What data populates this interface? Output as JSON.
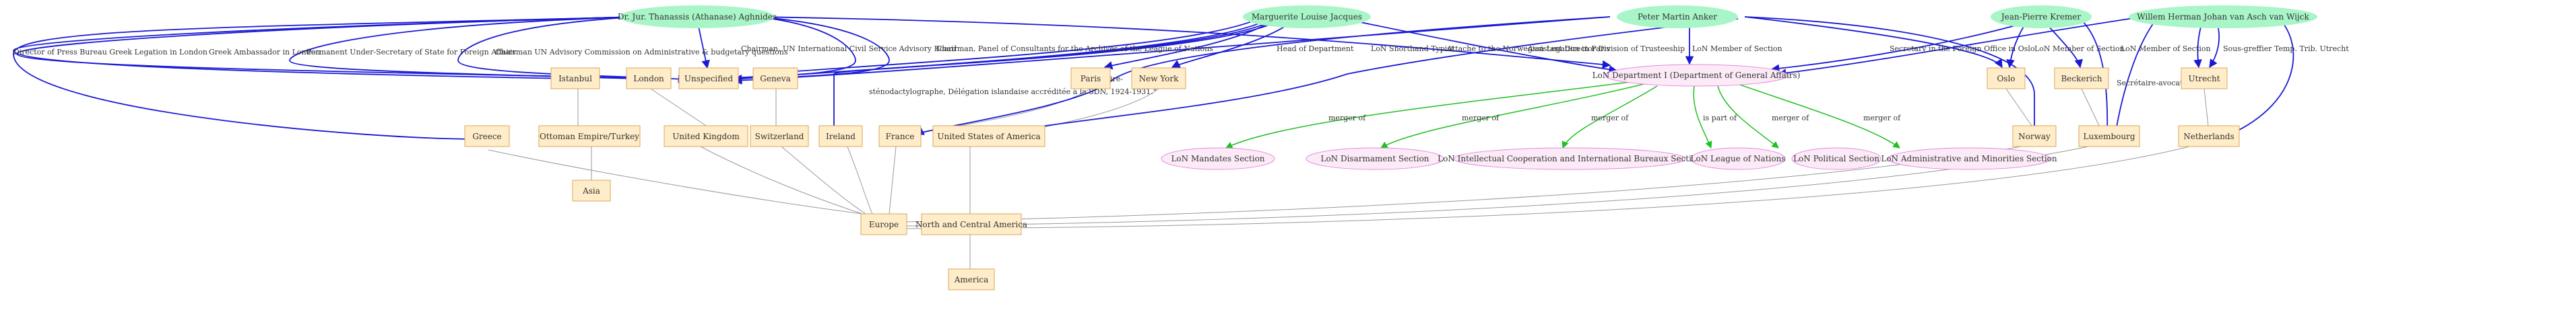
{
  "colors": {
    "person_fill": "#a8f5c8",
    "place_fill": "#ffecc8",
    "place_stroke": "#d9a95b",
    "section_fill": "#fcebf7",
    "section_stroke": "#e08be0",
    "blue_edge": "#1a1ad6",
    "green_edge": "#20c020",
    "gray_edge": "#999999"
  },
  "people": {
    "aghnides": "Dr. Jur. Thanassis (Athanase) Aghnides",
    "jacques": "Marguerite Louise Jacques",
    "anker": "Peter Martin Anker",
    "kremer": "Jean-Pierre Kremer",
    "wijck": "Willem Herman Johan van Asch van Wijck"
  },
  "places": {
    "istanbul": "Istanbul",
    "london": "London",
    "unspecified": "Unspecified",
    "geneva": "Geneva",
    "paris": "Paris",
    "newyork": "New York",
    "oslo": "Oslo",
    "beckerich": "Beckerich",
    "utrecht": "Utrecht",
    "greece": "Greece",
    "ottoman": "Ottoman Empire/Turkey",
    "uk": "United Kingdom",
    "switzerland": "Switzerland",
    "ireland": "Ireland",
    "france": "France",
    "usa": "United States of America",
    "norway": "Norway",
    "luxembourg": "Luxembourg",
    "netherlands": "Netherlands",
    "asia": "Asia",
    "europe": "Europe",
    "nca": "North and Central America",
    "america": "America"
  },
  "sections": {
    "dept1": "LoN Department I (Department of General Affairs)",
    "mandates": "LoN Mandates Section",
    "disarmament": "LoN Disarmament Section",
    "intellectual": "LoN Intellectual Cooperation and International Bureaux Section",
    "league": "LoN League of Nations",
    "political": "LoN Political Section",
    "admin": "LoN Administrative and Minorities Section"
  },
  "edge_labels": {
    "director_press": "Director of Press Bureau Greek Legation in London",
    "greek_ambassador": "Greek Ambassador in London",
    "permanent_under_sec": "Permanent Under-Secretary of State for Foreign Affairs",
    "chairman_un_advisory": "Chairman UN Advisory Commission on Administrative & budgetary questions",
    "chairman_un_icsab": "Chairman, UN International Civil Service Advisory Board",
    "chairman_panel": "Chairman, Panel of Consultants for the Archives of the League of Nations",
    "head_of_department": "Head of Department",
    "lon_shorthand": "LoN Shorthand Typist",
    "secretaire": "\"Secretaire-",
    "stenodactylo": "sténodactylographe, Délégation islandaise accréditée à la SDN, 1924-1931.\"",
    "attache_paris": "Attaché to the Norwegian Legation in Paris",
    "assistant_director": "Assistant Director Division of Trusteeship",
    "anker_member": "LoN Member of Section",
    "secretary_oslo": "Secretary in the Foreign Office in Oslo",
    "kremer_member": "LoN Member of Section",
    "wijck_member": "LoN Member of Section",
    "secretaire_avocat": "Secrétaire-avocat",
    "greffier": "Sous-greffier Temp. Trib. Utrecht",
    "merger_of_1": "merger of",
    "merger_of_2": "merger of",
    "merger_of_3": "merger of",
    "is_part_of": "is part of",
    "merger_of_4": "merger of",
    "merger_of_5": "merger of"
  }
}
